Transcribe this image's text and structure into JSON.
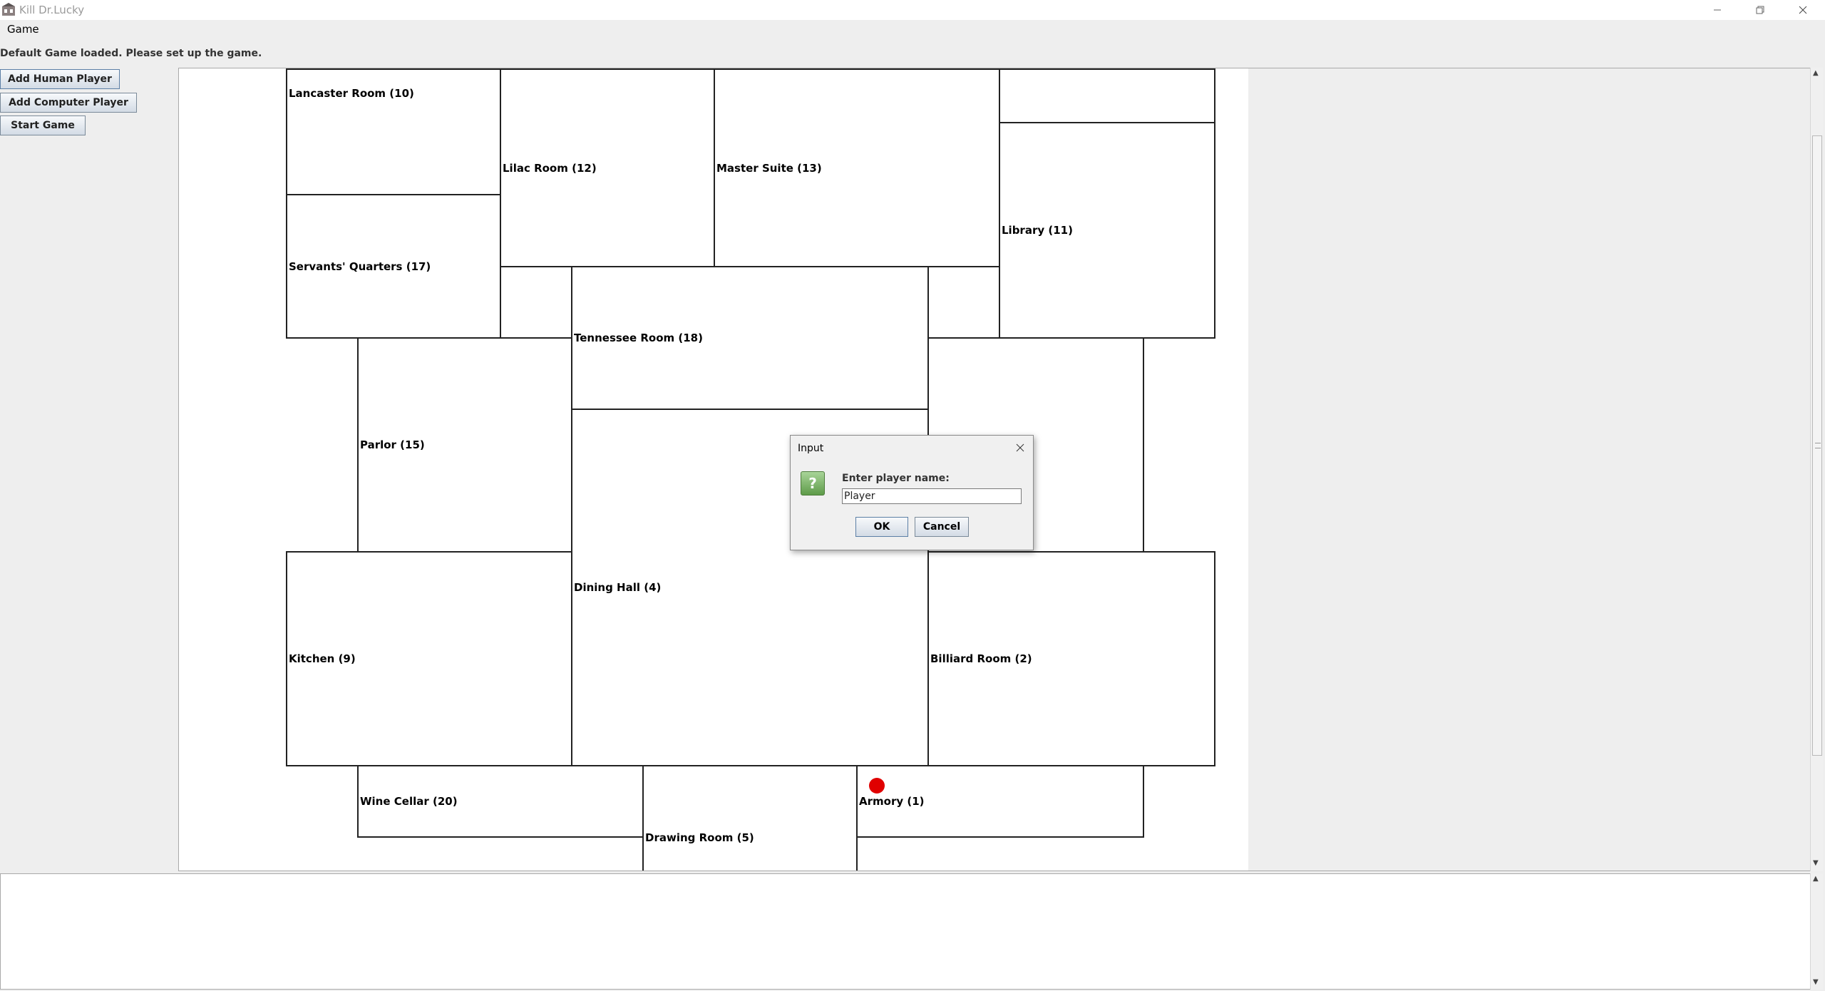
{
  "window": {
    "title": "Kill Dr.Lucky",
    "icon": "app-icon"
  },
  "menubar": {
    "game": "Game"
  },
  "status": "Default Game loaded. Please set up the game.",
  "buttons": {
    "add_human": "Add Human Player",
    "add_computer": "Add Computer Player",
    "start": "Start Game"
  },
  "rooms": [
    {
      "key": "lancaster",
      "label": "Lancaster Room (10)"
    },
    {
      "key": "lilac",
      "label": "Lilac Room (12)"
    },
    {
      "key": "master",
      "label": "Master Suite (13)"
    },
    {
      "key": "unlabeled-top",
      "label": ""
    },
    {
      "key": "library",
      "label": "Library (11)"
    },
    {
      "key": "servants",
      "label": "Servants' Quarters (17)"
    },
    {
      "key": "tennessee",
      "label": "Tennessee Room (18)"
    },
    {
      "key": "parlor",
      "label": "Parlor (15)"
    },
    {
      "key": "unlabeled-right",
      "label": ""
    },
    {
      "key": "dining",
      "label": "Dining Hall (4)"
    },
    {
      "key": "kitchen",
      "label": "Kitchen (9)"
    },
    {
      "key": "billiard",
      "label": "Billiard Room (2)"
    },
    {
      "key": "wine",
      "label": "Wine Cellar (20)"
    },
    {
      "key": "drawing",
      "label": "Drawing Room (5)"
    },
    {
      "key": "armory",
      "label": "Armory (1)"
    }
  ],
  "token": {
    "color": "#e00000",
    "room": "Armory (1)"
  },
  "dialog": {
    "title": "Input",
    "prompt": "Enter player name:",
    "value": "Player",
    "ok": "OK",
    "cancel": "Cancel",
    "icon": "question-icon"
  }
}
